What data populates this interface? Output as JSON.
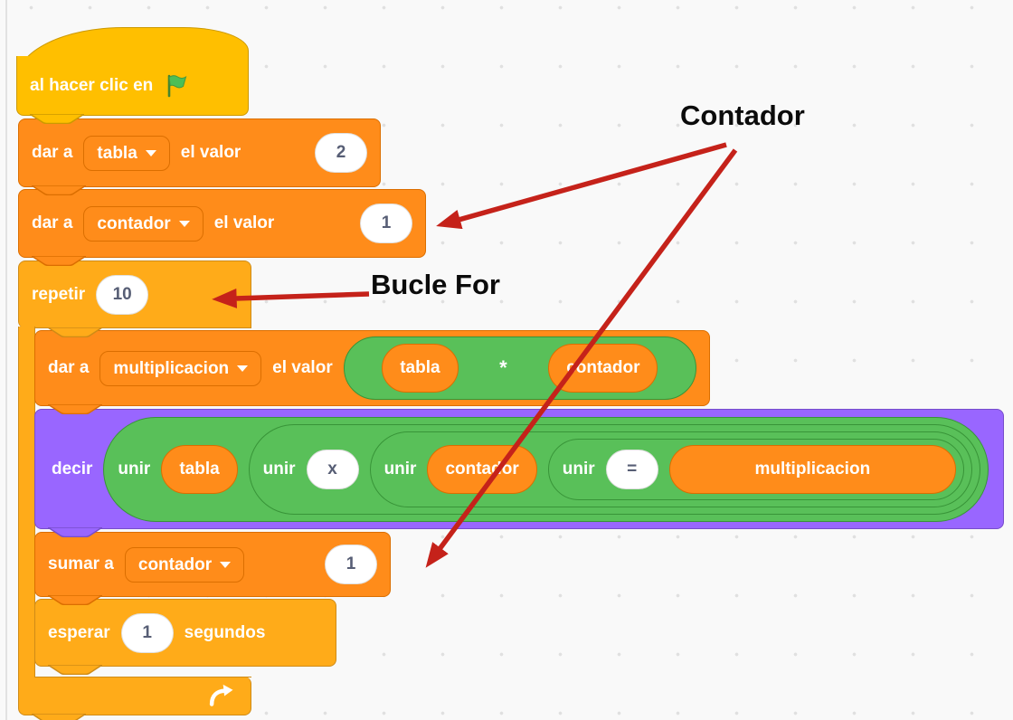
{
  "blocks": {
    "hat": {
      "label": "al hacer clic en",
      "icon": "green-flag"
    },
    "set_tabla": {
      "prefix": "dar a",
      "variable": "tabla",
      "suffix": "el valor",
      "value": "2"
    },
    "set_contador": {
      "prefix": "dar a",
      "variable": "contador",
      "suffix": "el valor",
      "value": "1"
    },
    "repeat": {
      "label": "repetir",
      "times": "10"
    },
    "set_multiplicacion": {
      "prefix": "dar a",
      "variable": "multiplicacion",
      "suffix": "el valor",
      "operand_left": "tabla",
      "operator": "*",
      "operand_right": "contador"
    },
    "say": {
      "label": "decir",
      "join1": {
        "label": "unir",
        "arg": "tabla"
      },
      "join2": {
        "label": "unir",
        "arg": "x"
      },
      "join3": {
        "label": "unir",
        "arg": "contador"
      },
      "join4": {
        "label": "unir",
        "arg": "=",
        "arg2": "multiplicacion"
      }
    },
    "add_contador": {
      "prefix": "sumar a",
      "variable": "contador",
      "value": "1"
    },
    "wait": {
      "prefix": "esperar",
      "value": "1",
      "suffix": "segundos"
    }
  },
  "annotations": {
    "counter": "Contador",
    "loop": "Bucle For"
  },
  "colors": {
    "events": "#FFBF00",
    "events_border": "#CC9900",
    "control": "#FFAB19",
    "control_border": "#CF8B17",
    "variables": "#FF8C1A",
    "variables_border": "#DB6E00",
    "operators": "#59C059",
    "operators_border": "#389438",
    "looks": "#9966FF",
    "looks_border": "#774DCB",
    "input_text": "#575E75",
    "annotation_arrow": "#C5221A",
    "workspace_background": "#F9F9F9"
  }
}
